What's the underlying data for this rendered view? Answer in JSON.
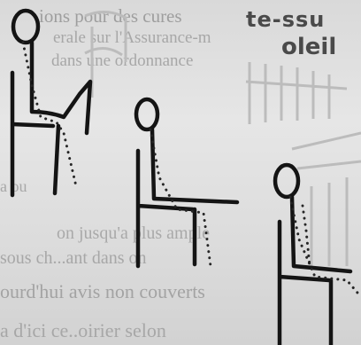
{
  "background_text": {
    "line1": "ions pour des cures",
    "line2": "erale sur l'Assurance-m",
    "line3": "dans une ordonnance",
    "line4": "a ou",
    "line5": "on  jusqu'a  plus ample",
    "line6": "sous ch...ant dans  on",
    "line7": "ourd'hui avis non  couverts",
    "line8": "a  d'ici  ce..oirier  selon"
  },
  "heading_text": {
    "top": "te-ssu",
    "bottom": "oleil"
  },
  "figures": [
    {
      "name": "figure-slouched-posture",
      "posture": "slouched"
    },
    {
      "name": "figure-upright-posture",
      "posture": "upright"
    },
    {
      "name": "figure-leaning-posture",
      "posture": "leaning"
    }
  ],
  "colors": {
    "ink": "#141414",
    "background": "#e4e4e4",
    "faded_text": "#a7a7a7"
  }
}
